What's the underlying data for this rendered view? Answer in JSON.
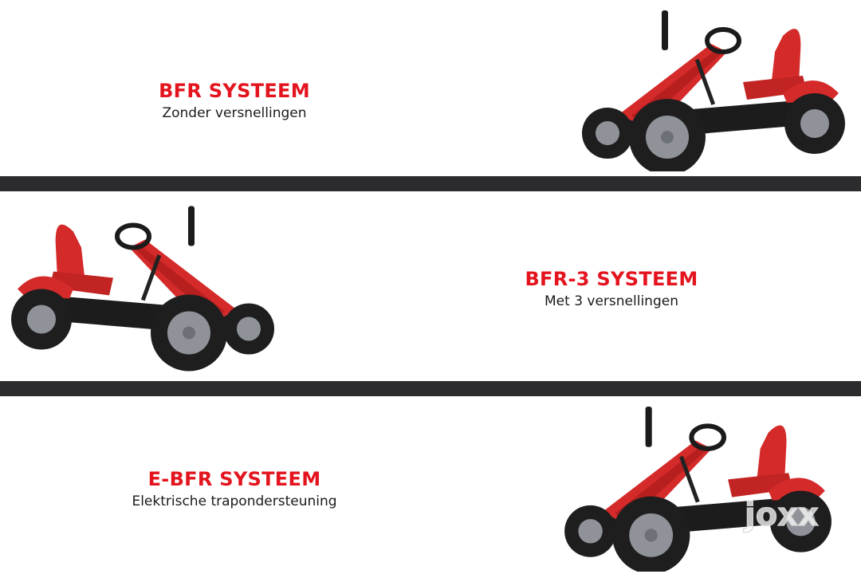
{
  "systems": [
    {
      "title": "BFR SYSTEEM",
      "subtitle": "Zonder versnellingen",
      "image": "red-case-ih-go-kart-facing-left"
    },
    {
      "title": "BFR-3 SYSTEEM",
      "subtitle": "Met 3 versnellingen",
      "image": "red-case-ih-go-kart-facing-right"
    },
    {
      "title": "E-BFR SYSTEEM",
      "subtitle": "Elektrische trapondersteuning",
      "image": "red-case-ih-go-kart-facing-left"
    }
  ],
  "brand_logo": {
    "text": "joxx"
  },
  "colors": {
    "title": "#e3141e",
    "divider": "#2c2c2e",
    "kart_body": "#d42a2a",
    "tire": "#1e1e1e",
    "rim": "#8f9399"
  }
}
